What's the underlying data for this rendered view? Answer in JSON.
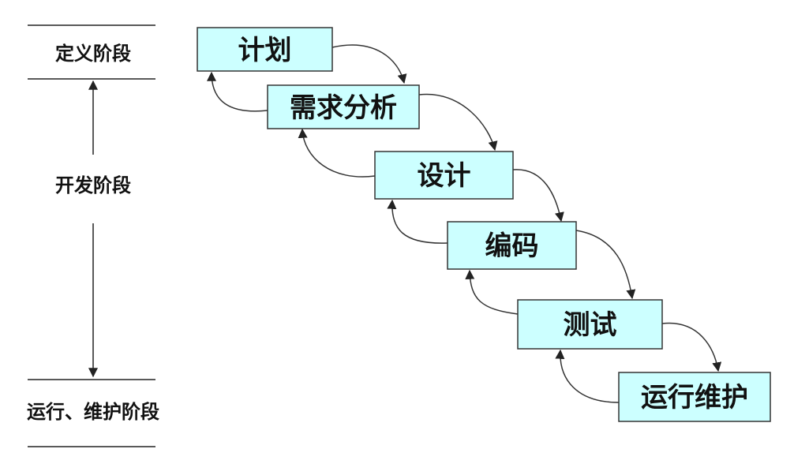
{
  "phases": {
    "definition": "定义阶段",
    "development": "开发阶段",
    "operation": "运行、维护阶段"
  },
  "steps": [
    {
      "label": "计划"
    },
    {
      "label": "需求分析"
    },
    {
      "label": "设计"
    },
    {
      "label": "编码"
    },
    {
      "label": "测试"
    },
    {
      "label": "运行维护"
    }
  ]
}
